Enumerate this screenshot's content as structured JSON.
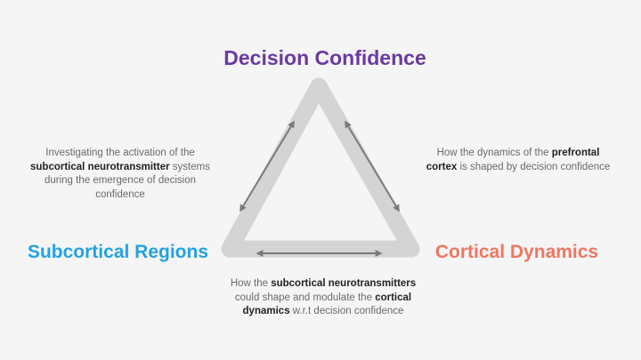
{
  "diagram": {
    "title": "Decision Confidence",
    "nodes": {
      "left": "Subcortical Regions",
      "right": "Cortical Dynamics"
    },
    "descriptions": {
      "left": {
        "line1": "Investigating the activation of the",
        "bold1": "subcortical neurotransmitter",
        "line2_rest": " systems",
        "line3": "during the emergence of decision",
        "line4": "confidence"
      },
      "right": {
        "text1": "How the dynamics of the ",
        "bold1": "prefrontal",
        "bold2": "cortex",
        "text2": " is  shaped by decision confidence"
      },
      "bottom": {
        "text1": "How the ",
        "bold1": "subcortical neurotransmitters",
        "text2": "could shape and modulate the ",
        "bold2": "cortical",
        "bold3": "dynamics",
        "text3": "  w.r.t decision confidence"
      }
    },
    "colors": {
      "title": "#6b3aa0",
      "left_node": "#22a2e3",
      "right_node": "#f07560",
      "triangle": "#d4d4d4",
      "arrows": "#7a7a7a"
    }
  }
}
